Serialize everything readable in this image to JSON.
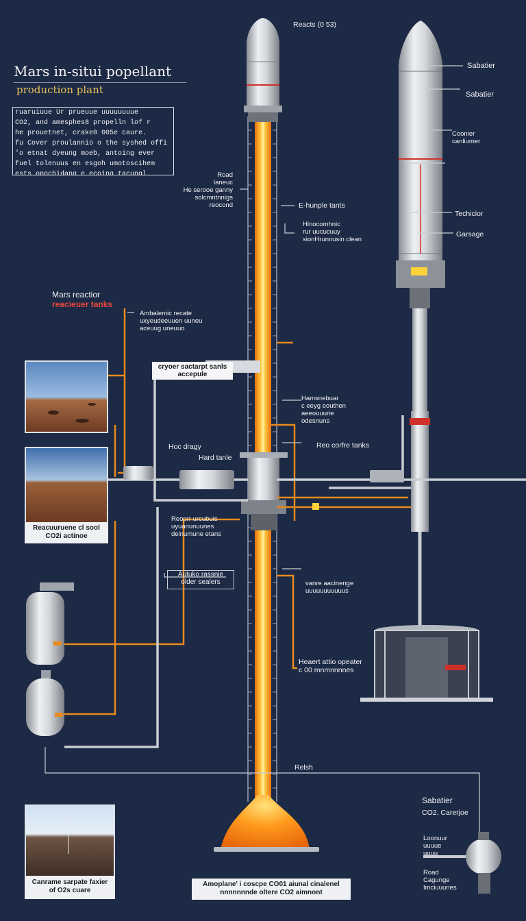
{
  "header": {
    "title": "Mars in-situi popellant",
    "subtitle": "production plant"
  },
  "description": "ruaruiuue Ur prueuue uuuuuuuue\n CO2, and amesphes8 propelln lof r\n he prouetnet, crake0 005e caure.\n fu Cover proulannio o the syshed offi\n 'o etnat dyeung moeb, antoing ever\n fuel tolenuus en esgoh umotoscihem\n ests opochidang e ecoing tacungl thart\n and acoures, tugde ite tpunniange. d",
  "labels": {
    "reactor_top": "Reacts (0 53)",
    "road_block": "Road\nlaneuc\nHe serooe ganny\nsolcmntnnigs\nreocond",
    "e_tanks": "E-hunple tants",
    "h_block": "Hinocomhnic\nrur uucucuuy\nsionHrunnusin clean",
    "mars_reactor": "Mars reactior",
    "reactor_tanks": "reacieuer tanks",
    "amb_block": "Ambalemic recate\nuxyeudeeuuen uuneu\naceuug uneuuo",
    "cryo_box": "cryoer sactarpt sanls\naccepule",
    "hoc": "Hoc dragy",
    "hard_tank": "Hard tanle",
    "hum_block": "Hamsnebuar\nc eeyg eouthen\naeeouuurie\nodesnuns",
    "rec_tanks": "Reo corfre tanks",
    "report_block": "Reoprr urcubuis\nuyuanunuunes\ndeinumune etans",
    "auto_box": "Autuko rassnie\nolder sealers",
    "vars_block": "vanre aacinenge\nuuuuuuuuuuus",
    "head_block": "Heaert attio opeater\nc 00 mnmnnnnes",
    "relah": "Relsh",
    "sabatier1": "Sabatier",
    "sabatier2": "Sabatier",
    "counter": "Coonier\ncanliumer",
    "techlor": "Techicior",
    "garage": "Garsage",
    "sab3": "Sabatier",
    "co2_cartage": "CO2. Carerjoe",
    "loonuur": "Loonuur\nuuuue\nuuuu",
    "road_cg": "Road\nCagunge\nImciuuunes"
  },
  "captions": {
    "photo2": "Reacuuruene cl sool\nCO2i actinoe",
    "photo3": "Canrame sarpate faxier\nof O2s cuare",
    "bottom": "Amoplane' i coscpe CO01 aiunal cinalenel\nnnnnnnnde oltere CO2 aimnont"
  },
  "colors": {
    "background": "#1d2a45",
    "flame": "#ffb020",
    "pipe_orange": "#e88a1c",
    "metal": "#c9cdd3",
    "accent_red": "#e0392f"
  },
  "icons": [
    "rocket-icon",
    "tank-icon",
    "reactor-icon",
    "flame-icon",
    "valve-icon"
  ]
}
